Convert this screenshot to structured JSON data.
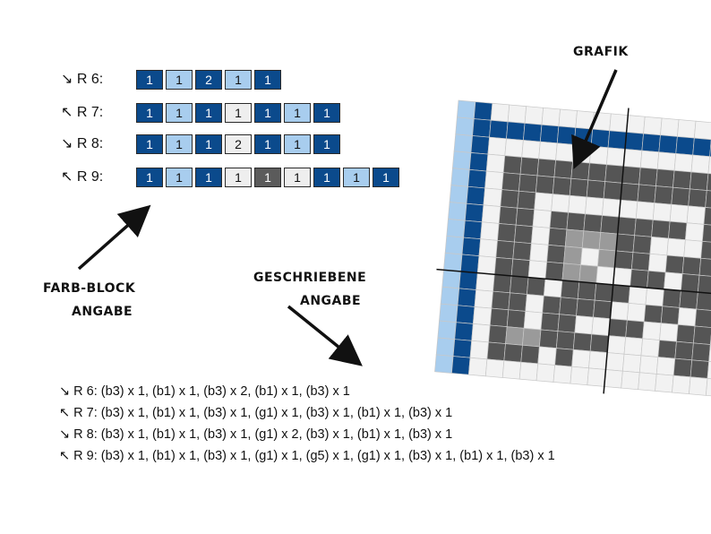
{
  "colors": {
    "b3": "#0b4a8c",
    "b1": "#a8cdee",
    "g1": "#eeeeee",
    "g5": "#5b5b5b",
    "light": "#f2f2f2",
    "mid": "#9a9a9a",
    "dark": "#555555"
  },
  "rows": [
    {
      "label": "↘ R 6:",
      "blocks": [
        {
          "c": "b3",
          "n": "1"
        },
        {
          "c": "b1",
          "n": "1"
        },
        {
          "c": "b3",
          "n": "2"
        },
        {
          "c": "b1",
          "n": "1"
        },
        {
          "c": "b3",
          "n": "1"
        }
      ]
    },
    {
      "label": "↖ R 7:",
      "blocks": [
        {
          "c": "b3",
          "n": "1"
        },
        {
          "c": "b1",
          "n": "1"
        },
        {
          "c": "b3",
          "n": "1"
        },
        {
          "c": "g1",
          "n": "1"
        },
        {
          "c": "b3",
          "n": "1"
        },
        {
          "c": "b1",
          "n": "1"
        },
        {
          "c": "b3",
          "n": "1"
        }
      ]
    },
    {
      "label": "↘ R 8:",
      "blocks": [
        {
          "c": "b3",
          "n": "1"
        },
        {
          "c": "b1",
          "n": "1"
        },
        {
          "c": "b3",
          "n": "1"
        },
        {
          "c": "g1",
          "n": "2"
        },
        {
          "c": "b3",
          "n": "1"
        },
        {
          "c": "b1",
          "n": "1"
        },
        {
          "c": "b3",
          "n": "1"
        }
      ]
    },
    {
      "label": "↖ R 9:",
      "blocks": [
        {
          "c": "b3",
          "n": "1"
        },
        {
          "c": "b1",
          "n": "1"
        },
        {
          "c": "b3",
          "n": "1"
        },
        {
          "c": "g1",
          "n": "1"
        },
        {
          "c": "g5",
          "n": "1"
        },
        {
          "c": "g1",
          "n": "1"
        },
        {
          "c": "b3",
          "n": "1"
        },
        {
          "c": "b1",
          "n": "1"
        },
        {
          "c": "b3",
          "n": "1"
        }
      ]
    }
  ],
  "captions": {
    "grafik": "GRAFIK",
    "farb_block_1": "FARB-BLOCK",
    "farb_block_2": "ANGABE",
    "geschrieben_1": "GESCHRIEBENE",
    "geschrieben_2": "ANGABE"
  },
  "written_rows": [
    "↘ R 6: (b3) x 1, (b1) x 1, (b3) x 2, (b1) x 1, (b3) x 1",
    "↖ R 7: (b3) x 1, (b1) x 1, (b3) x 1, (g1) x 1, (b3) x 1, (b1) x 1, (b3) x 1",
    "↘ R 8: (b3) x 1, (b1) x 1, (b3) x 1, (g1) x 2, (b3) x 1, (b1) x 1, (b3) x 1",
    "↖ R 9: (b3) x 1, (b1) x 1, (b3) x 1, (g1) x 1, (g5) x 1, (g1) x 1, (b3) x 1, (b1) x 1, (b3) x 1"
  ],
  "grid": {
    "legend": "A=b1 light blue, B=b3 dark blue, W=light grey, G=dark grey, M=mid grey",
    "cells": [
      "ABWWWWWWWWWWWWWWW",
      "ABBBBBBBBBBBBBBBB",
      "ABWWWWWWWWWWWWWWW",
      "ABWGGGGGGGGGGGGGG",
      "ABWGGGGGGGGGGGGGG",
      "ABWGGWWWWWWWWWWGG",
      "ABWGGWGGGGGGGGWGG",
      "ABWGGWGMMMGGWWWGG",
      "ABWGGWGMWMGGWGGGG",
      "ABWGGWGMMWWGGWGGW",
      "ABWGGGWGGGGWWGGGW",
      "ABWGGWGGGGWWGGWGW",
      "ABWGGWGGWWGGWWGGW",
      "ABWGMMGGGGWWWGGGW",
      "ABWGGGWGWWWWWWGGW",
      "ABWWWWWWWWWWWWWWW"
    ]
  }
}
